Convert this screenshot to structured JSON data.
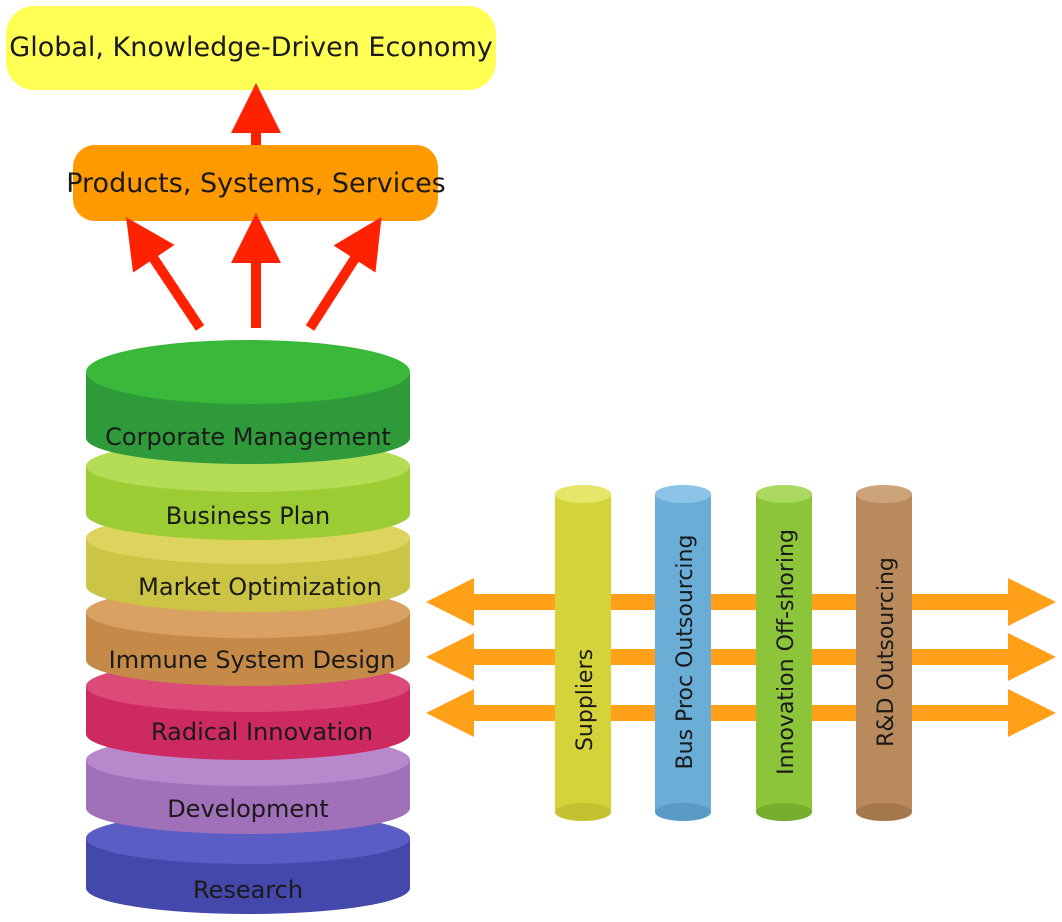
{
  "top_box": {
    "label": "Global, Knowledge-Driven Economy",
    "color": "#ffff55"
  },
  "middle_box": {
    "label": "Products, Systems, Services",
    "color": "#ff9a00"
  },
  "arrow_color": "#ff2200",
  "exchange_arrow_color": "#ffa018",
  "stack": [
    {
      "label": "Corporate Management",
      "color": "#3ab83a"
    },
    {
      "label": "Business Plan",
      "color": "#9ccc33"
    },
    {
      "label": "Market Optimization",
      "color": "#ccc444"
    },
    {
      "label": "Immune System Design",
      "color": "#c58a48"
    },
    {
      "label": "Radical Innovation",
      "color": "#cc2a60"
    },
    {
      "label": "Development",
      "color": "#a070b8"
    },
    {
      "label": "Research",
      "color": "#4448aa"
    }
  ],
  "pillars": [
    {
      "label": "Suppliers",
      "color": "#d4d43a"
    },
    {
      "label": "Bus Proc Outsourcing",
      "color": "#6aaed8"
    },
    {
      "label": "Innovation Off-shoring",
      "color": "#8cc43a"
    },
    {
      "label": "R&D Outsourcing",
      "color": "#b88a5c"
    }
  ]
}
